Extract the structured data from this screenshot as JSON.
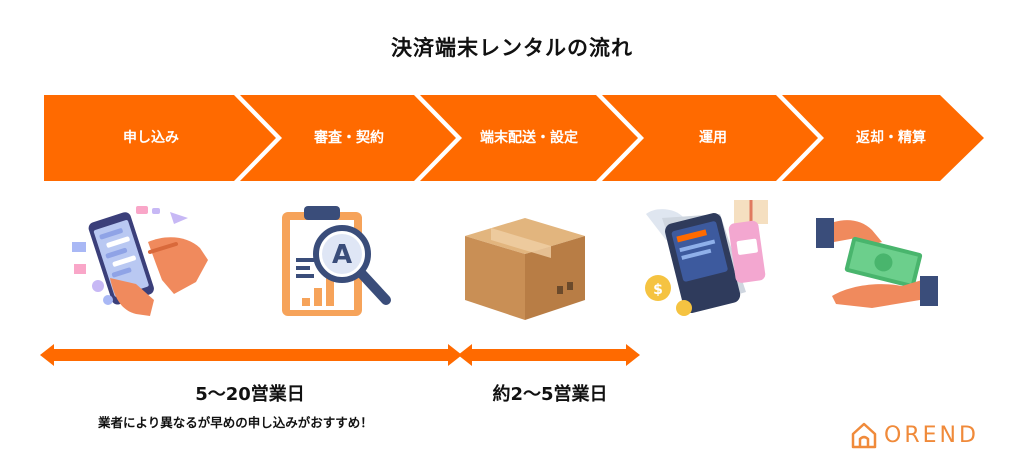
{
  "title": "決済端末レンタルの流れ",
  "steps": [
    {
      "label": "申し込み",
      "icon": "smartphone-hand-icon"
    },
    {
      "label": "審査・契約",
      "icon": "clipboard-magnifier-icon"
    },
    {
      "label": "端末配送・設定",
      "icon": "cardboard-box-icon"
    },
    {
      "label": "運用",
      "icon": "payment-terminal-icon"
    },
    {
      "label": "返却・精算",
      "icon": "cash-handover-icon"
    }
  ],
  "durations": [
    {
      "label": "5〜20営業日"
    },
    {
      "label": "約2〜5営業日"
    }
  ],
  "note": "業者により異なるが早めの申し込みがおすすめ！",
  "logo": {
    "text": "OREND"
  },
  "colors": {
    "accent": "#ff6a00",
    "logo": "#f08a3a"
  }
}
